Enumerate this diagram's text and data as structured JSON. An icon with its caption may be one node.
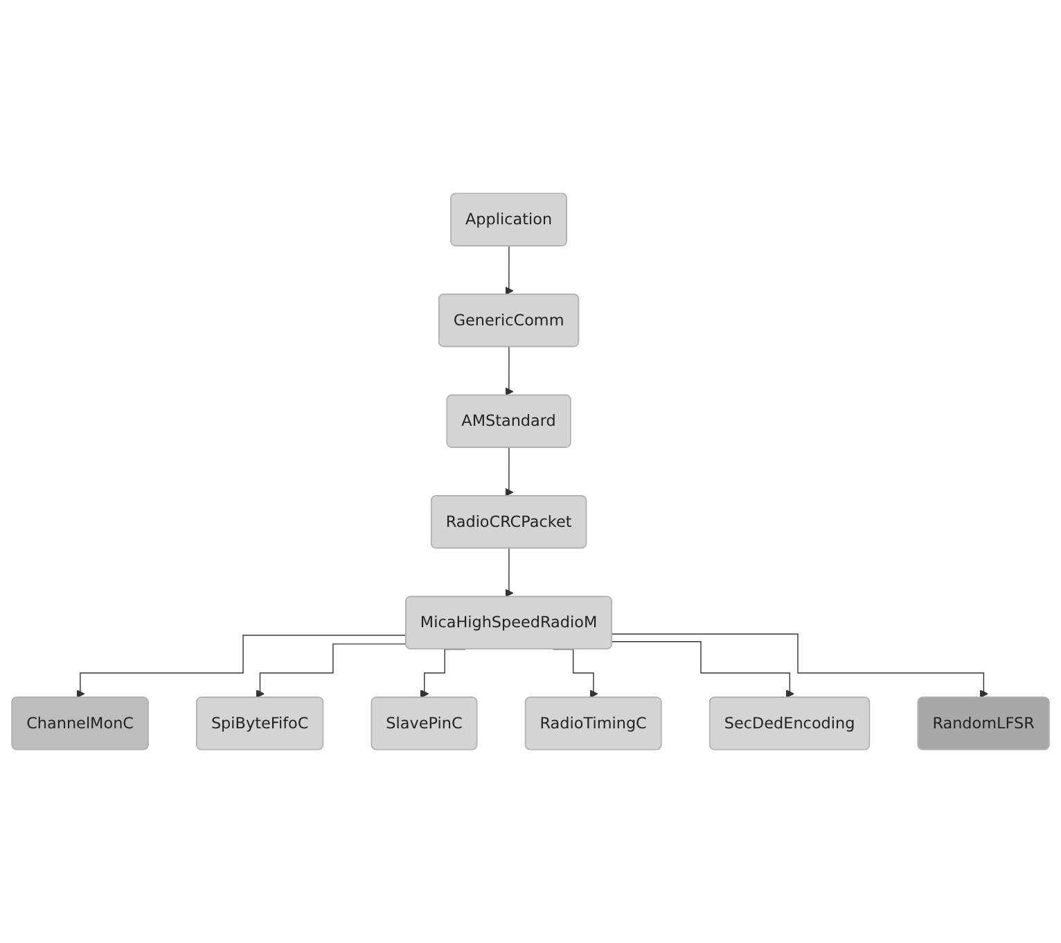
{
  "diagram": {
    "nodes": [
      {
        "text": [
          "Application"
        ]
      },
      {
        "text": [
          "GenericComm"
        ]
      },
      {
        "text": [
          "AMStandard"
        ]
      },
      {
        "text": [
          "RadioCRCPacket"
        ]
      },
      {
        "text": [
          "MicaHighSpeedRadioM"
        ]
      },
      {
        "text": [
          "ChannelMonC"
        ]
      },
      {
        "text": [
          "SpiByteFifoC"
        ]
      },
      {
        "text": [
          "SlavePinC"
        ]
      },
      {
        "text": [
          "RadioTimingC"
        ]
      },
      {
        "text": [
          "SecDedEncoding"
        ]
      },
      {
        "text": [
          "RandomLFSR"
        ]
      }
    ],
    "edges": [
      {
        "from": 0,
        "to": 1,
        "arrow": "to"
      },
      {
        "from": 1,
        "to": 2,
        "arrow": "to"
      },
      {
        "from": 2,
        "to": 3,
        "arrow": "to"
      },
      {
        "from": 3,
        "to": 4,
        "arrow": "to"
      },
      {
        "from": 4,
        "to": 5,
        "arrow": "to"
      },
      {
        "from": 4,
        "to": 6,
        "arrow": "to"
      },
      {
        "from": 4,
        "to": 7,
        "arrow": "to"
      },
      {
        "from": 4,
        "to": 8,
        "arrow": "to"
      },
      {
        "from": 4,
        "to": 9,
        "arrow": "to"
      },
      {
        "from": 4,
        "to": 10,
        "arrow": "to"
      }
    ]
  }
}
